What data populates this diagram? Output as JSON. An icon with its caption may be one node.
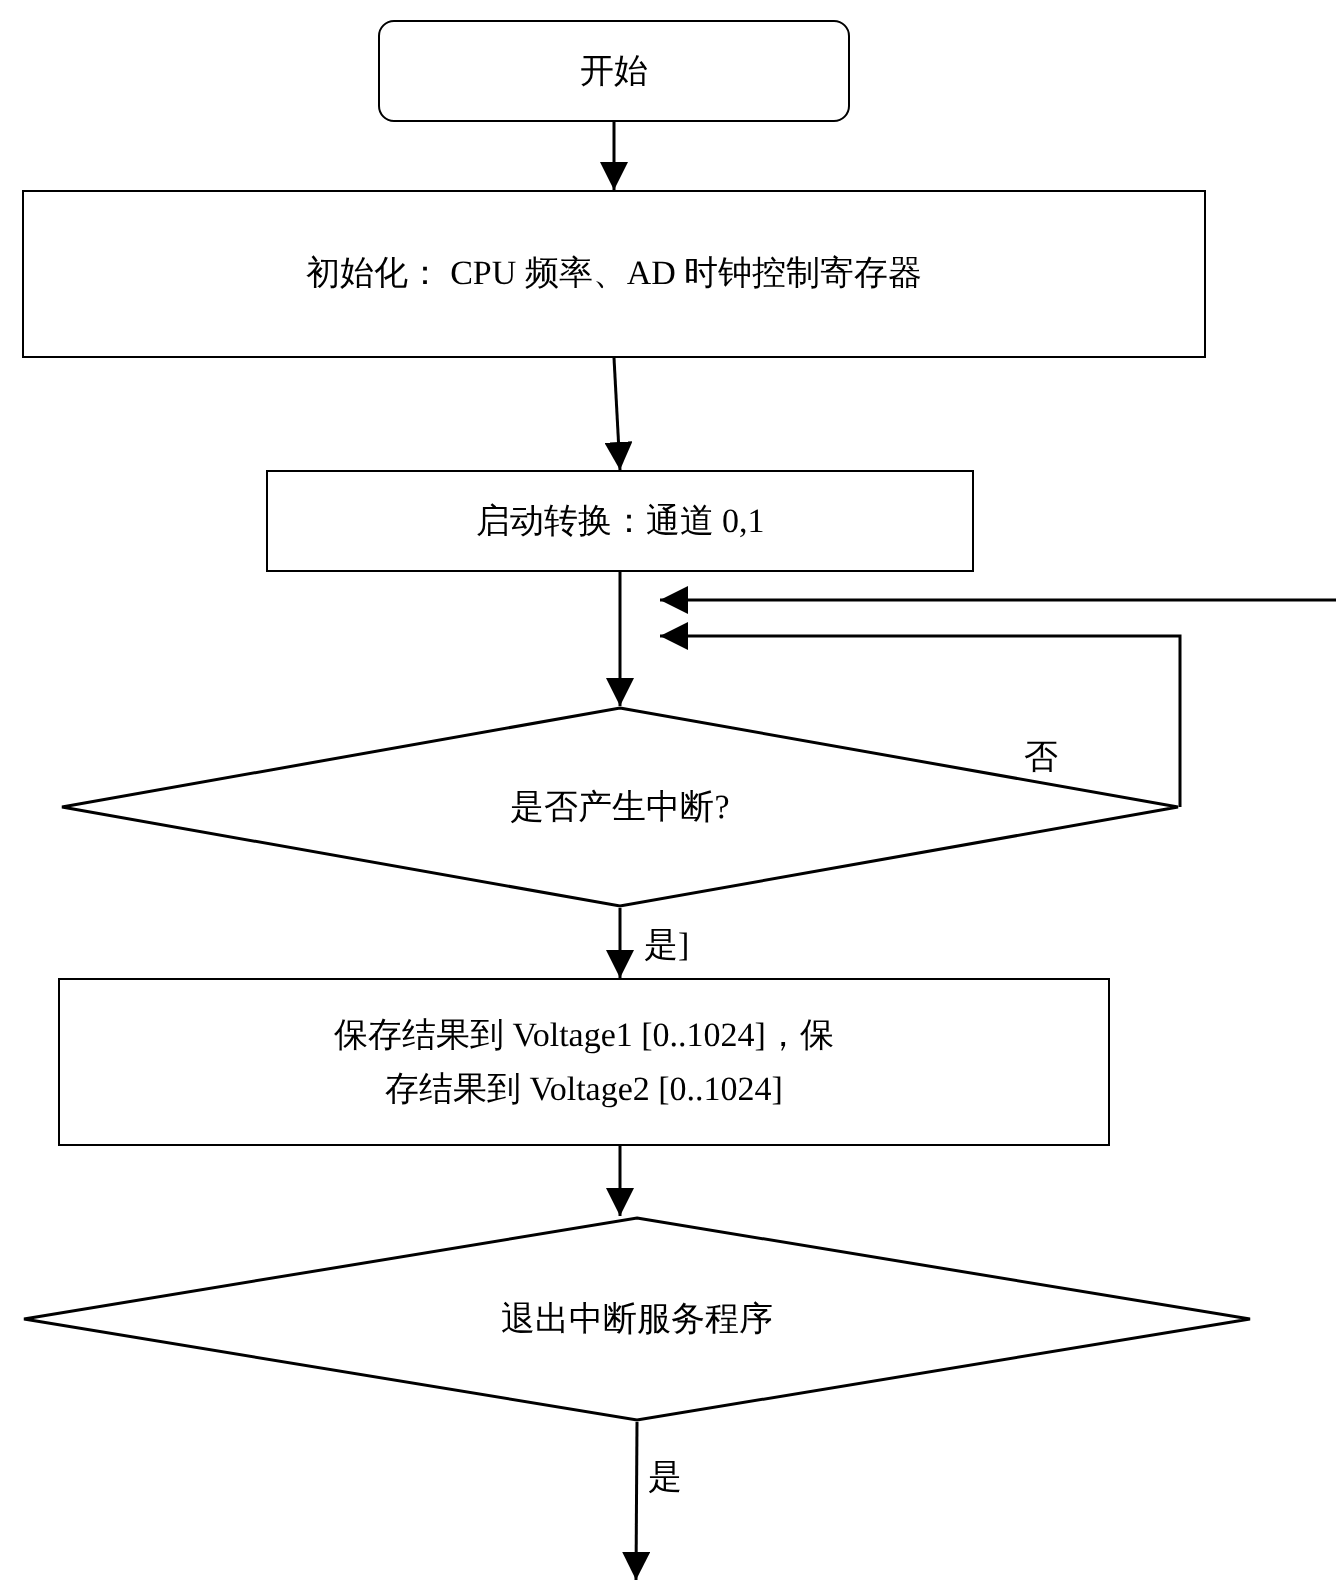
{
  "diagram": {
    "nodes": [
      {
        "text": [
          "开始"
        ]
      },
      {
        "text": [
          "初始化： CPU 频率、AD 时钟控制寄存器"
        ]
      },
      {
        "text": [
          "启动转换：通道 0,1"
        ]
      },
      {
        "text": [
          "是否产生中断?"
        ]
      },
      {
        "text": [
          "保存结果到 Voltage1 [0..1024]，保存结果到 Voltage2 [0..1024]"
        ]
      },
      {
        "text": [
          "退出中断服务程序"
        ]
      }
    ],
    "edges": [
      {
        "from": 0,
        "to": 1,
        "arrow": "to"
      },
      {
        "from": 1,
        "to": 2,
        "arrow": "to"
      },
      {
        "from": 2,
        "to": 3,
        "arrow": "to"
      },
      {
        "from": 3,
        "to": 4,
        "arrow": "to",
        "label": "是]"
      },
      {
        "from": 3,
        "to": null,
        "arrow": "to",
        "label": "否"
      },
      {
        "from": null,
        "to": 3,
        "arrow": "to"
      },
      {
        "from": 4,
        "to": 5,
        "arrow": "to"
      },
      {
        "from": 5,
        "to": null,
        "arrow": "to",
        "label": "是"
      }
    ]
  }
}
